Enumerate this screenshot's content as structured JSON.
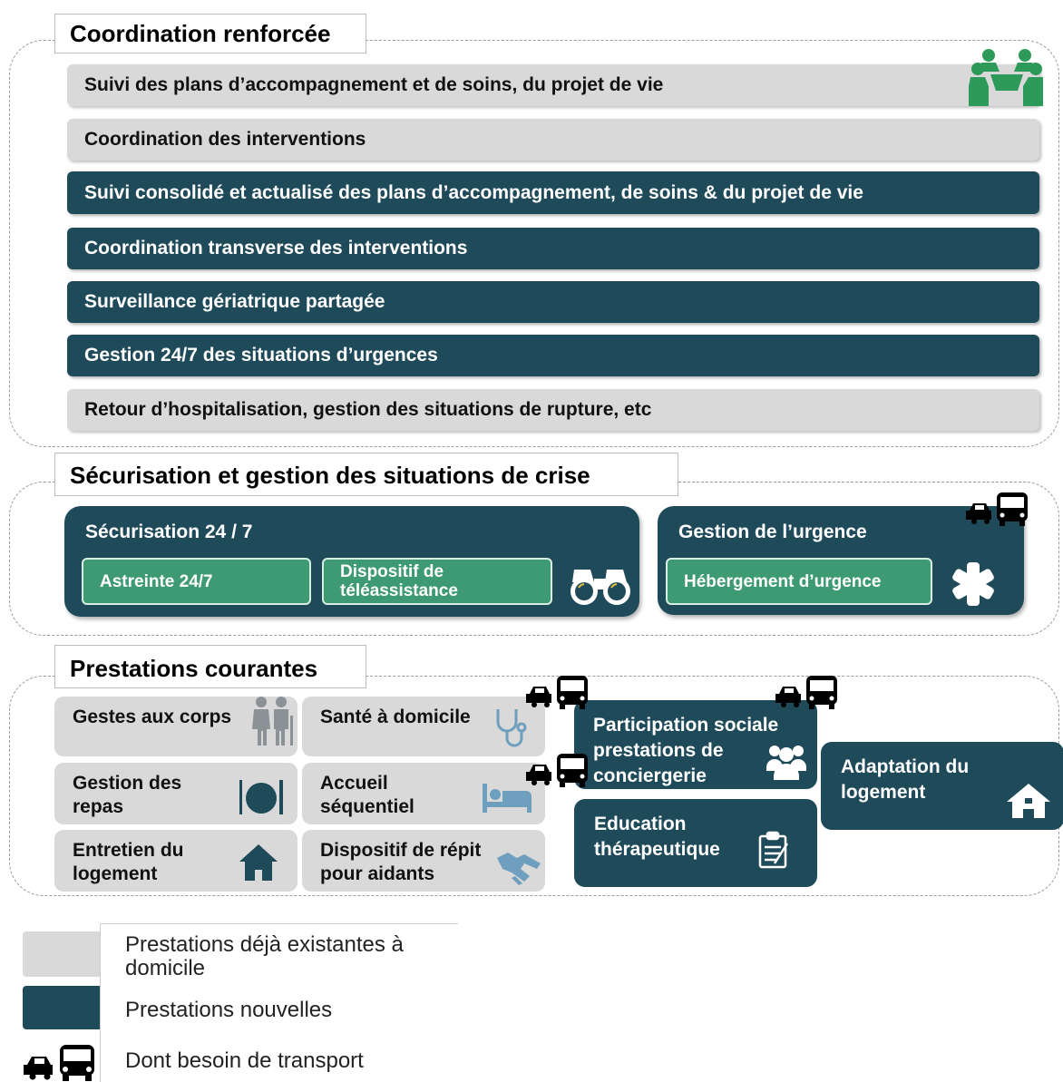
{
  "coordination": {
    "title": "Coordination renforcée",
    "rows": [
      {
        "label": "Suivi des plans d’accompagnement et de soins, du projet de vie",
        "kind": "existing"
      },
      {
        "label": "Coordination des interventions",
        "kind": "existing"
      },
      {
        "label": "Suivi consolidé et actualisé des plans d’accompagnement, de soins & du projet de vie",
        "kind": "new"
      },
      {
        "label": "Coordination transverse des interventions",
        "kind": "new"
      },
      {
        "label": "Surveillance gériatrique partagée",
        "kind": "new"
      },
      {
        "label": "Gestion 24/7 des situations d’urgences",
        "kind": "new"
      },
      {
        "label": "Retour d’hospitalisation, gestion des situations de rupture, etc",
        "kind": "existing"
      }
    ],
    "icon": "meeting-people-icon"
  },
  "crisis": {
    "title": "Sécurisation et gestion des situations de crise",
    "securisation": {
      "title": "Sécurisation 24 / 7",
      "items": [
        "Astreinte 24/7",
        "Dispositif de téléassistance"
      ],
      "icon": "binoculars-icon"
    },
    "urgence": {
      "title": "Gestion de l’urgence",
      "items": [
        "Hébergement d’urgence"
      ],
      "icon": "asterisk-icon",
      "transport": true
    }
  },
  "courantes": {
    "title": "Prestations courantes",
    "existing": [
      {
        "label": "Gestes aux corps",
        "icon": "elderly-couple-icon"
      },
      {
        "label": "Santé à domicile",
        "icon": "stethoscope-icon",
        "transport": true
      },
      {
        "label": "Gestion des repas",
        "icon": "plate-cutlery-icon"
      },
      {
        "label": "Accueil séquentiel",
        "icon": "bed-icon",
        "transport": true
      },
      {
        "label": "Entretien du logement",
        "icon": "house-icon"
      },
      {
        "label": "Dispositif de répit pour aidants",
        "icon": "handshake-icon"
      }
    ],
    "new": [
      {
        "label": "Participation sociale prestations de conciergerie",
        "icon": "group-icon",
        "transport": true
      },
      {
        "label": "Education thérapeutique",
        "icon": "clipboard-icon"
      },
      {
        "label": "Adaptation du logement",
        "icon": "house-icon"
      }
    ]
  },
  "legend": {
    "existing": "Prestations déjà existantes à domicile",
    "new": "Prestations nouvelles",
    "transport": "Dont besoin de transport"
  },
  "colors": {
    "existing": "#d9d9d9",
    "new": "#1f4a59",
    "green": "#3e9a72",
    "icon_green": "#2e9a5a"
  }
}
